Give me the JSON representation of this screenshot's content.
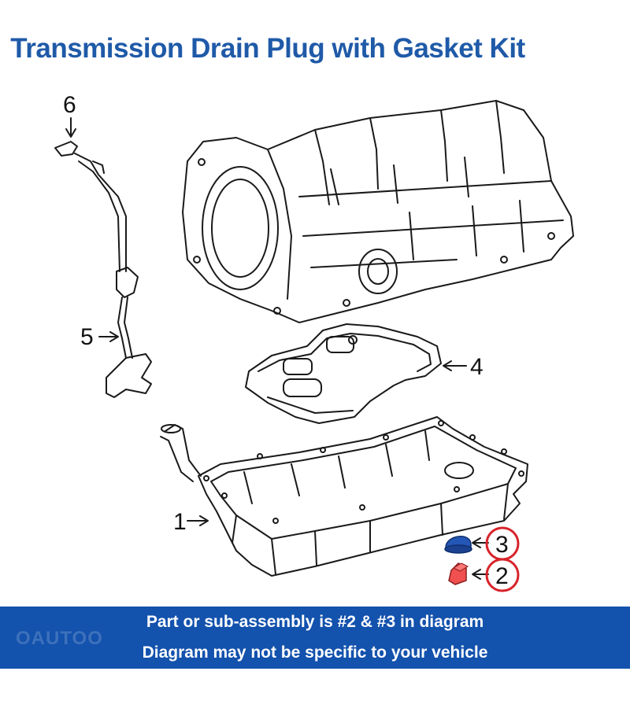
{
  "title": "Transmission Drain Plug with Gasket Kit",
  "callouts": {
    "pan": "1",
    "drain_plug": "2",
    "gasket": "3",
    "filter": "4",
    "tube": "5",
    "dipstick": "6"
  },
  "banner": {
    "line1": "Part or sub-assembly is #2 & #3 in diagram",
    "line2": "Diagram may not be specific to your vehicle"
  },
  "watermark": "OAUTOO",
  "colors": {
    "title": "#1f5aa8",
    "banner": "#1352ad",
    "highlight_circle": "#d8232a",
    "gasket": "#2456b5",
    "drain_plug": "#f05050"
  }
}
